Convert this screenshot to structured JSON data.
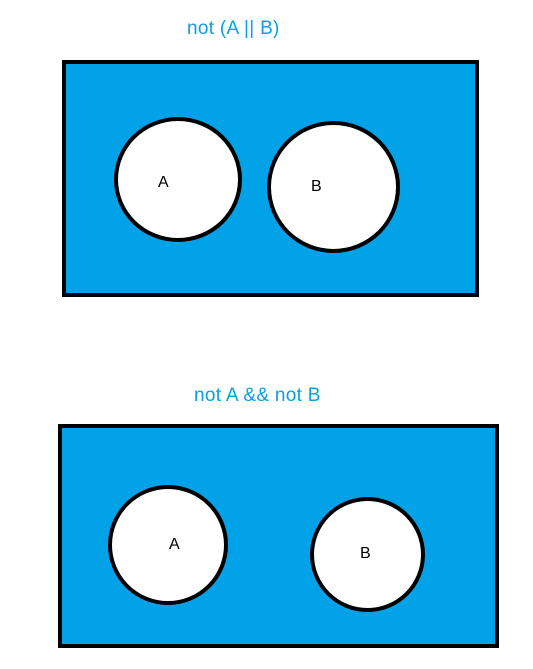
{
  "colors": {
    "caption": "#0a9fe0",
    "panel_fill": "#02a2e8",
    "outline": "#000000",
    "circle_fill": "#ffffff"
  },
  "diagrams": [
    {
      "caption": "not (A || B)",
      "circles": [
        {
          "label": "A"
        },
        {
          "label": "B"
        }
      ]
    },
    {
      "caption": "not A && not B",
      "circles": [
        {
          "label": "A"
        },
        {
          "label": "B"
        }
      ]
    }
  ]
}
